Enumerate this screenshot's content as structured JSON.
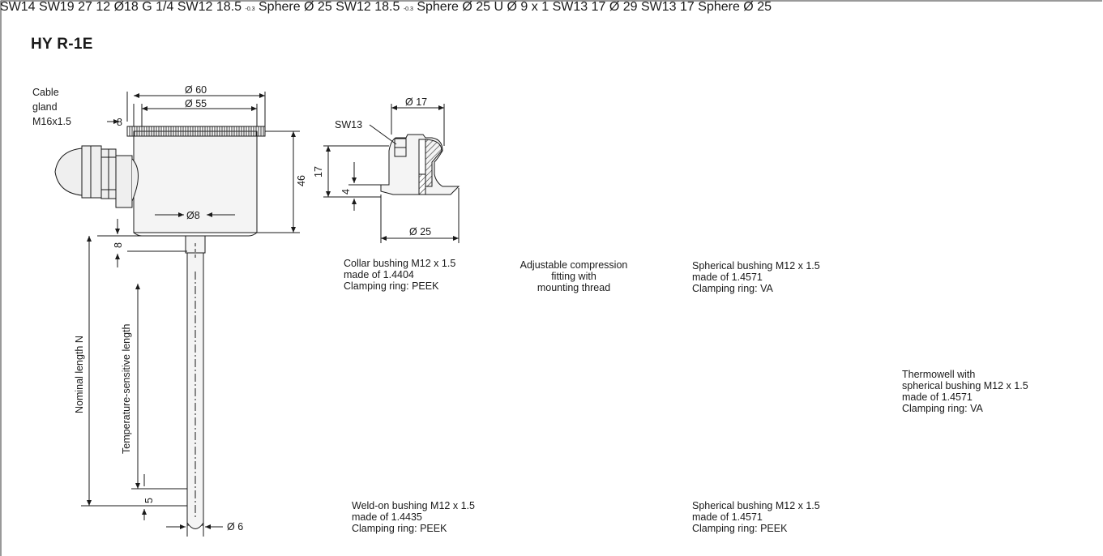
{
  "title": "HY R-1E",
  "main_drawing": {
    "cable_gland": [
      "Cable",
      "gland",
      "M16x1.5"
    ],
    "dims": {
      "d60": "Ø 60",
      "d55": "Ø 55",
      "h8_top": "8",
      "h46": "46",
      "d8": "Ø8",
      "gap8": "8",
      "nominal_length": "Nominal length N",
      "temp_length": "Temperature-sensitive length",
      "tip5": "5",
      "d6": "Ø 6"
    }
  },
  "collar_bushing": {
    "sw": "SW13",
    "d17": "Ø 17",
    "h17": "17",
    "h4": "4",
    "d25": "Ø 25",
    "caption": [
      "Collar bushing M12 x 1.5",
      "made of 1.4404",
      "Clamping ring: PEEK"
    ]
  },
  "compression_fitting": {
    "sw14": "SW14",
    "sw19": "SW19",
    "h27": "27",
    "h12": "12",
    "d18": "Ø18",
    "thread": "G 1/4",
    "caption": [
      "Adjustable compression",
      "fitting with",
      "mounting thread"
    ]
  },
  "spherical_va": {
    "sw": "SW12",
    "h": "18.5",
    "tol": "-0.3",
    "sphere": "Sphere Ø 25",
    "caption": [
      "Spherical bushing M12 x 1.5",
      "made of 1.4571",
      "Clamping ring: VA"
    ]
  },
  "thermowell": {
    "sw": "SW12",
    "h": "18.5",
    "tol": "-0.3",
    "sphere": "Sphere Ø 25",
    "u": "U",
    "tube": "Ø 9 x 1",
    "caption": [
      "Thermowell with",
      "spherical bushing M12 x 1.5",
      "made of 1.4571",
      "Clamping ring: VA"
    ]
  },
  "weld_on": {
    "sw": "SW13",
    "h17": "17",
    "d29": "Ø 29",
    "caption": [
      "Weld-on bushing M12 x 1.5",
      "made of 1.4435",
      "Clamping ring: PEEK"
    ]
  },
  "spherical_peek": {
    "sw": "SW13",
    "h17": "17",
    "sphere": "Sphere Ø 25",
    "caption": [
      "Spherical bushing M12 x 1.5",
      "made of 1.4571",
      "Clamping ring: PEEK"
    ]
  }
}
